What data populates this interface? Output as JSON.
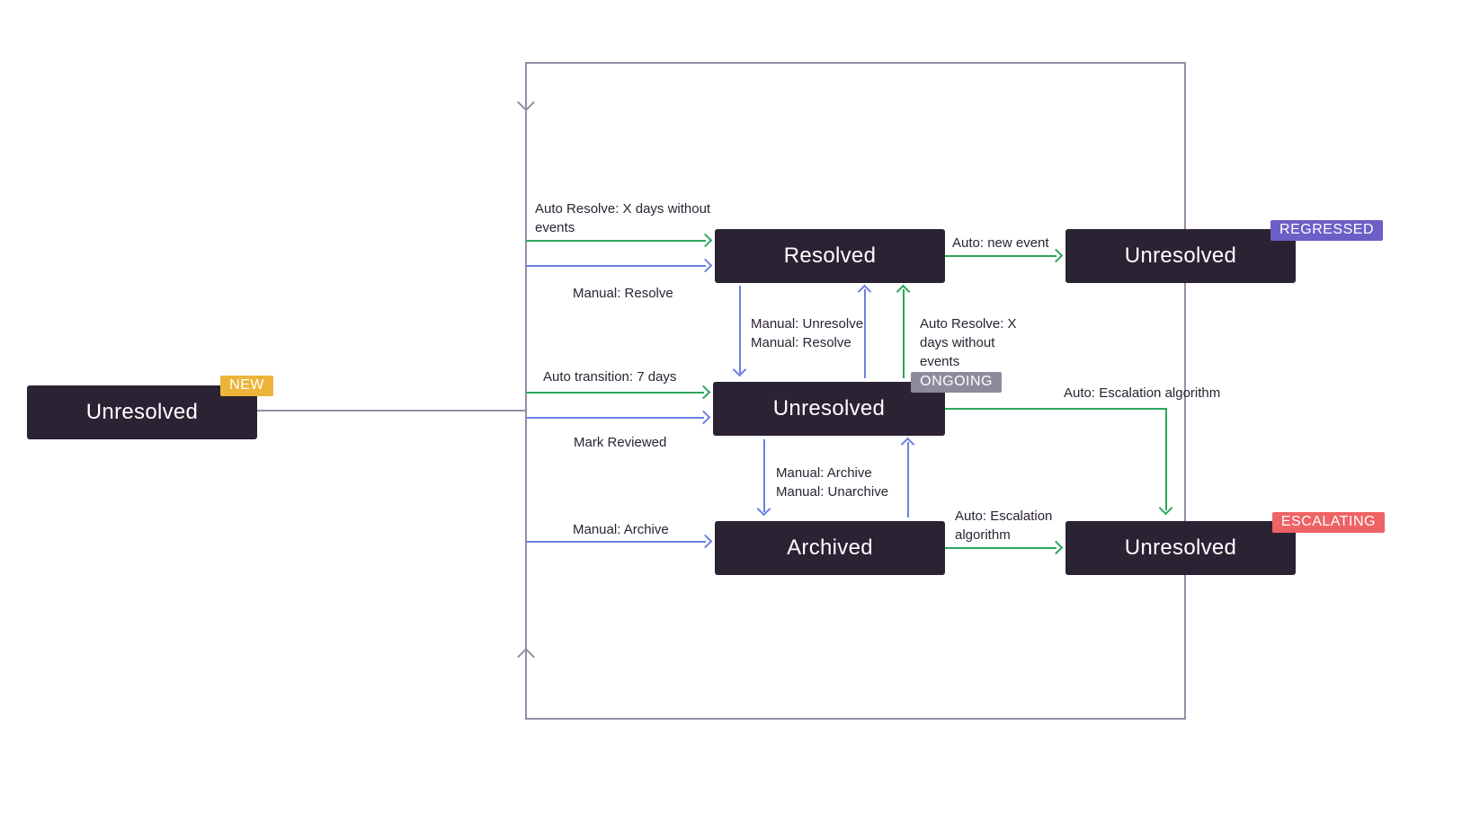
{
  "diagram": {
    "nodes": {
      "new_unresolved": {
        "label": "Unresolved",
        "badge": "NEW"
      },
      "resolved": {
        "label": "Resolved"
      },
      "regressed": {
        "label": "Unresolved",
        "badge": "REGRESSED"
      },
      "ongoing": {
        "label": "Unresolved",
        "badge": "ONGOING"
      },
      "archived": {
        "label": "Archived"
      },
      "escalating": {
        "label": "Unresolved",
        "badge": "ESCALATING"
      }
    },
    "labels": {
      "auto_resolve_top": "Auto Resolve: X days without events",
      "manual_resolve_top": "Manual: Resolve",
      "auto_new_event": "Auto: new event",
      "manual_unresolve": "Manual: Unresolve",
      "manual_resolve_mid": "Manual: Resolve",
      "auto_resolve_mid": "Auto Resolve: X days without events",
      "auto_transition": "Auto transition: 7 days",
      "mark_reviewed": "Mark Reviewed",
      "auto_escalation_right": "Auto: Escalation algorithm",
      "manual_archive_mid": "Manual: Archive",
      "manual_unarchive": "Manual: Unarchive",
      "manual_archive_left": "Manual: Archive",
      "auto_escalation_bottom": "Auto: Escalation algorithm"
    },
    "colors": {
      "node_bg": "#2b2233",
      "green": "#2aa75c",
      "blue": "#6c80e3",
      "loop": "#958ca5",
      "badge_new": "#edb43a",
      "badge_regressed": "#6c5fc7",
      "badge_ongoing": "#8f8a9b",
      "badge_escalating": "#ef6265",
      "label_text": "#2b2233"
    }
  }
}
